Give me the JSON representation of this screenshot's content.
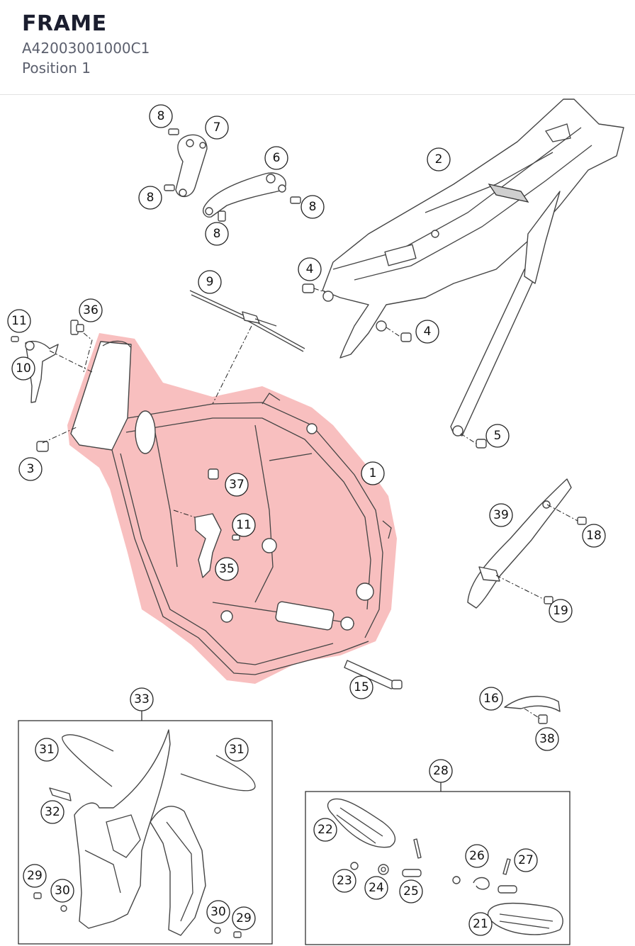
{
  "header": {
    "title": "FRAME",
    "part_number": "A42003001000C1",
    "position": "Position 1"
  },
  "colors": {
    "highlight": "#f07070",
    "title": "#1b1e2f",
    "subtitle": "#5b5f6d"
  },
  "callouts": [
    {
      "id": "c8a",
      "label": "8"
    },
    {
      "id": "c7",
      "label": "7"
    },
    {
      "id": "c8b",
      "label": "8"
    },
    {
      "id": "c6",
      "label": "6"
    },
    {
      "id": "c8c",
      "label": "8"
    },
    {
      "id": "c8d",
      "label": "8"
    },
    {
      "id": "c2",
      "label": "2"
    },
    {
      "id": "c4a",
      "label": "4"
    },
    {
      "id": "c4b",
      "label": "4"
    },
    {
      "id": "c9",
      "label": "9"
    },
    {
      "id": "c11a",
      "label": "11"
    },
    {
      "id": "c36",
      "label": "36"
    },
    {
      "id": "c10",
      "label": "10"
    },
    {
      "id": "c3",
      "label": "3"
    },
    {
      "id": "c5",
      "label": "5"
    },
    {
      "id": "c1",
      "label": "1"
    },
    {
      "id": "c37",
      "label": "37"
    },
    {
      "id": "c11b",
      "label": "11"
    },
    {
      "id": "c35",
      "label": "35"
    },
    {
      "id": "c39",
      "label": "39"
    },
    {
      "id": "c18",
      "label": "18"
    },
    {
      "id": "c19",
      "label": "19"
    },
    {
      "id": "c15",
      "label": "15"
    },
    {
      "id": "c16",
      "label": "16"
    },
    {
      "id": "c38",
      "label": "38"
    },
    {
      "id": "c33",
      "label": "33"
    },
    {
      "id": "c31a",
      "label": "31"
    },
    {
      "id": "c31b",
      "label": "31"
    },
    {
      "id": "c32",
      "label": "32"
    },
    {
      "id": "c29a",
      "label": "29"
    },
    {
      "id": "c30a",
      "label": "30"
    },
    {
      "id": "c30b",
      "label": "30"
    },
    {
      "id": "c29b",
      "label": "29"
    },
    {
      "id": "c28",
      "label": "28"
    },
    {
      "id": "c22",
      "label": "22"
    },
    {
      "id": "c23",
      "label": "23"
    },
    {
      "id": "c24",
      "label": "24"
    },
    {
      "id": "c25",
      "label": "25"
    },
    {
      "id": "c26",
      "label": "26"
    },
    {
      "id": "c27",
      "label": "27"
    },
    {
      "id": "c21",
      "label": "21"
    }
  ]
}
